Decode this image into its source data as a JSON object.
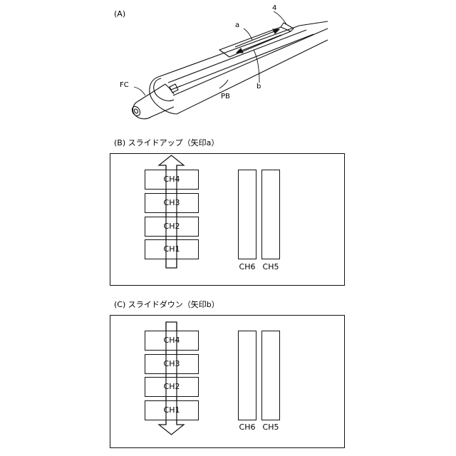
{
  "figure_a": {
    "label": "(A)",
    "parts": {
      "fc": "FC",
      "pb": "PB",
      "part_4": "4",
      "arrow_a": "a",
      "arrow_b": "b"
    }
  },
  "panel_b": {
    "title": "(B)",
    "caption": "スライドアップ（矢印a）",
    "channels_stack": [
      "CH4",
      "CH3",
      "CH2",
      "CH1"
    ],
    "channels_side": [
      "CH6",
      "CH5"
    ],
    "arrow_direction": "up"
  },
  "panel_c": {
    "title": "(C)",
    "caption": "スライドダウン（矢印b）",
    "channels_stack": [
      "CH4",
      "CH3",
      "CH2",
      "CH1"
    ],
    "channels_side": [
      "CH6",
      "CH5"
    ],
    "arrow_direction": "down"
  }
}
